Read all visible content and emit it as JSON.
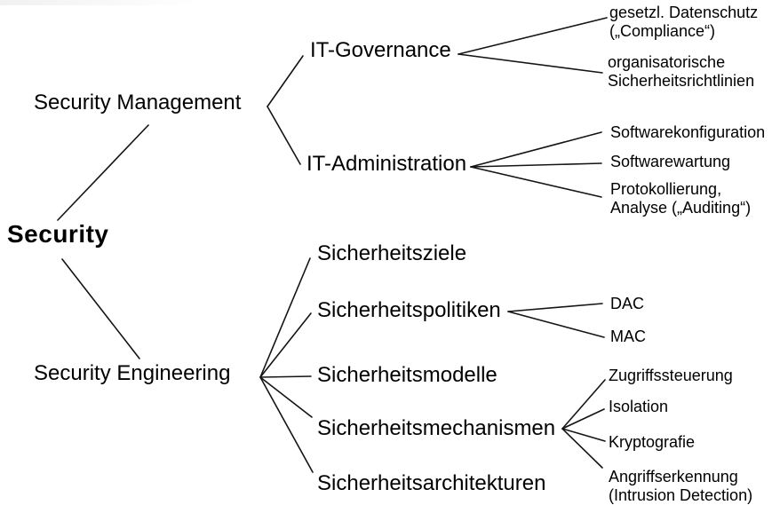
{
  "colors": {
    "background": "#ffffff",
    "text": "#000000",
    "line": "#141414"
  },
  "tree": {
    "root": {
      "label": "Security"
    },
    "management": {
      "label": "Security Management",
      "it_governance": {
        "label": "IT-Governance",
        "leaves": [
          "gesetzl. Datenschutz\n(„Compliance“)",
          "organisatorische\nSicherheitsrichtlinien"
        ]
      },
      "it_administration": {
        "label": "IT-Administration",
        "leaves": [
          "Softwarekonfiguration",
          "Softwarewartung",
          "Protokollierung,\nAnalyse („Auditing“)"
        ]
      }
    },
    "engineering": {
      "label": "Security Engineering",
      "ziele": {
        "label": "Sicherheitsziele"
      },
      "politiken": {
        "label": "Sicherheitspolitiken",
        "leaves": [
          "DAC",
          "MAC"
        ]
      },
      "modelle": {
        "label": "Sicherheitsmodelle"
      },
      "mechanismen": {
        "label": "Sicherheitsmechanismen",
        "leaves": [
          "Zugriffssteuerung",
          "Isolation",
          "Kryptografie",
          "Angriffserkennung\n(Intrusion Detection)"
        ]
      },
      "architekturen": {
        "label": "Sicherheitsarchitekturen"
      }
    }
  }
}
